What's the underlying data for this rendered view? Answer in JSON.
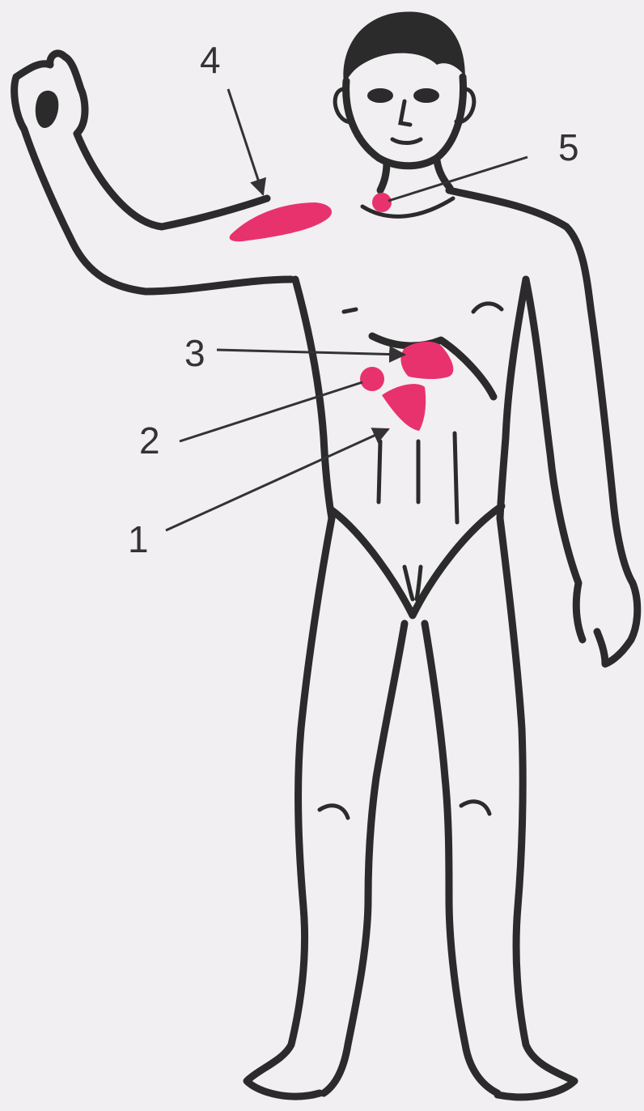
{
  "diagram": {
    "colors": {
      "background": "#f1eff2",
      "outline": "#2b2b2b",
      "pain_zone": "#e8326e",
      "leader": "#333333"
    },
    "markers": [
      {
        "id": "1",
        "label": "1"
      },
      {
        "id": "2",
        "label": "2"
      },
      {
        "id": "3",
        "label": "3"
      },
      {
        "id": "4",
        "label": "4"
      },
      {
        "id": "5",
        "label": "5"
      }
    ]
  }
}
